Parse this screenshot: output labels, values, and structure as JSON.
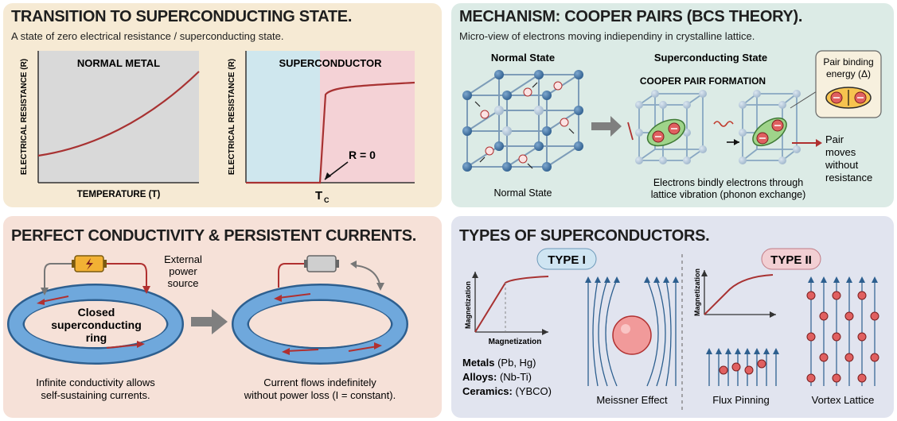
{
  "panels": {
    "transition": {
      "title": "TRANSITION TO SUPERCONDUCTING STATE.",
      "subtitle": "A state of zero electrical resistance / superconducting state.",
      "left_chart": {
        "header": "NORMAL METAL",
        "ylabel": "ELECTRICAL RESISTANCE (R)",
        "xlabel": "TEMPERATURE (T)"
      },
      "right_chart": {
        "header": "SUPERCONDUCTOR",
        "ylabel": "ELECTRICAL RESISTANCE (R)",
        "tc_label": "T",
        "tc_sub": "C",
        "annotation": "R = 0"
      }
    },
    "mechanism": {
      "title": "MECHANISM: COOPER PAIRS (BCS THEORY).",
      "subtitle": "Micro-view of electrons moving indiependiny in crystalline lattice.",
      "normal_state_header": "Normal State",
      "normal_state_caption": "Normal State",
      "super_state_header": "Superconducting State",
      "cooper_pair_label": "COOPER PAIR FORMATION",
      "binding_box": "Pair binding energy (Δ)",
      "binding_line1": "Pair binding",
      "binding_line2": "energy (Δ)",
      "pair_moves_lines": [
        "Pair",
        "moves",
        "without",
        "resistance"
      ],
      "electrons_caption_line1": "Electrons bindly electrons through",
      "electrons_caption_line2": "lattice vibration (phonon exchange)",
      "electron_symbol": "⊖"
    },
    "conductivity": {
      "title": "PERFECT CONDUCTIVITY & PERSISTENT CURRENTS.",
      "external_power_lines": [
        "External",
        "power",
        "source"
      ],
      "ring_label_lines": [
        "Closed",
        "superconducting",
        "ring"
      ],
      "left_caption_lines": [
        "Infinite conductivity allows",
        "self-sustaining currents."
      ],
      "right_caption_lines": [
        "Current flows indefinitely",
        "without power loss (I = constant)."
      ]
    },
    "types": {
      "title": "TYPES OF SUPERCONDUCTORS.",
      "type1_label": "TYPE I",
      "type2_label": "TYPE II",
      "type1_ylabel": "Magnetization",
      "type1_xlabel": "Magnetization",
      "type2_ylabel": "Magnetization",
      "materials": [
        {
          "name": "Metals",
          "value": "(Pb, Hg)"
        },
        {
          "name": "Alloys:",
          "value": "(Nb-Ti)"
        },
        {
          "name": "Ceramics:",
          "value": "(YBCO)"
        }
      ],
      "meissner_caption": "Meissner Effect",
      "flux_caption": "Flux Pinning",
      "vortex_caption": "Vortex Lattice"
    }
  },
  "colors": {
    "curve": "#a83232",
    "normal_bg": "#d9d9d9",
    "super_blue": "#cfe7ee",
    "super_pink": "#f4d2d6",
    "ring": "#5b9bd5",
    "type1_badge": "#cfe5f2",
    "type2_badge": "#f2cfd3",
    "electron": "#e06060"
  }
}
